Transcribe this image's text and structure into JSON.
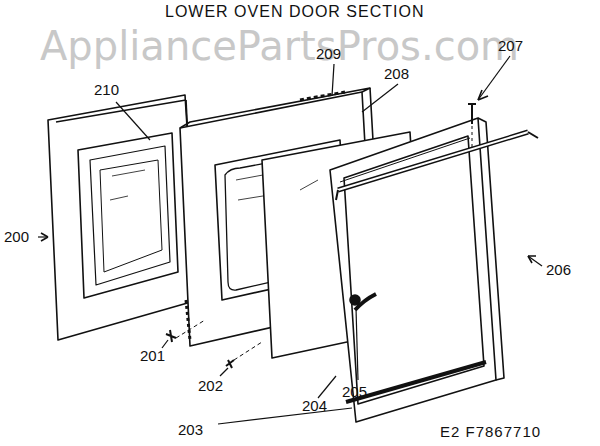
{
  "diagram": {
    "title": "LOWER OVEN DOOR SECTION",
    "labels": [
      "AppliancePartsPros.com",
      "210",
      "209",
      "208",
      "207",
      "200",
      "206",
      "201",
      "202",
      "203",
      "204",
      "205",
      "E2 F7867710"
    ]
  }
}
